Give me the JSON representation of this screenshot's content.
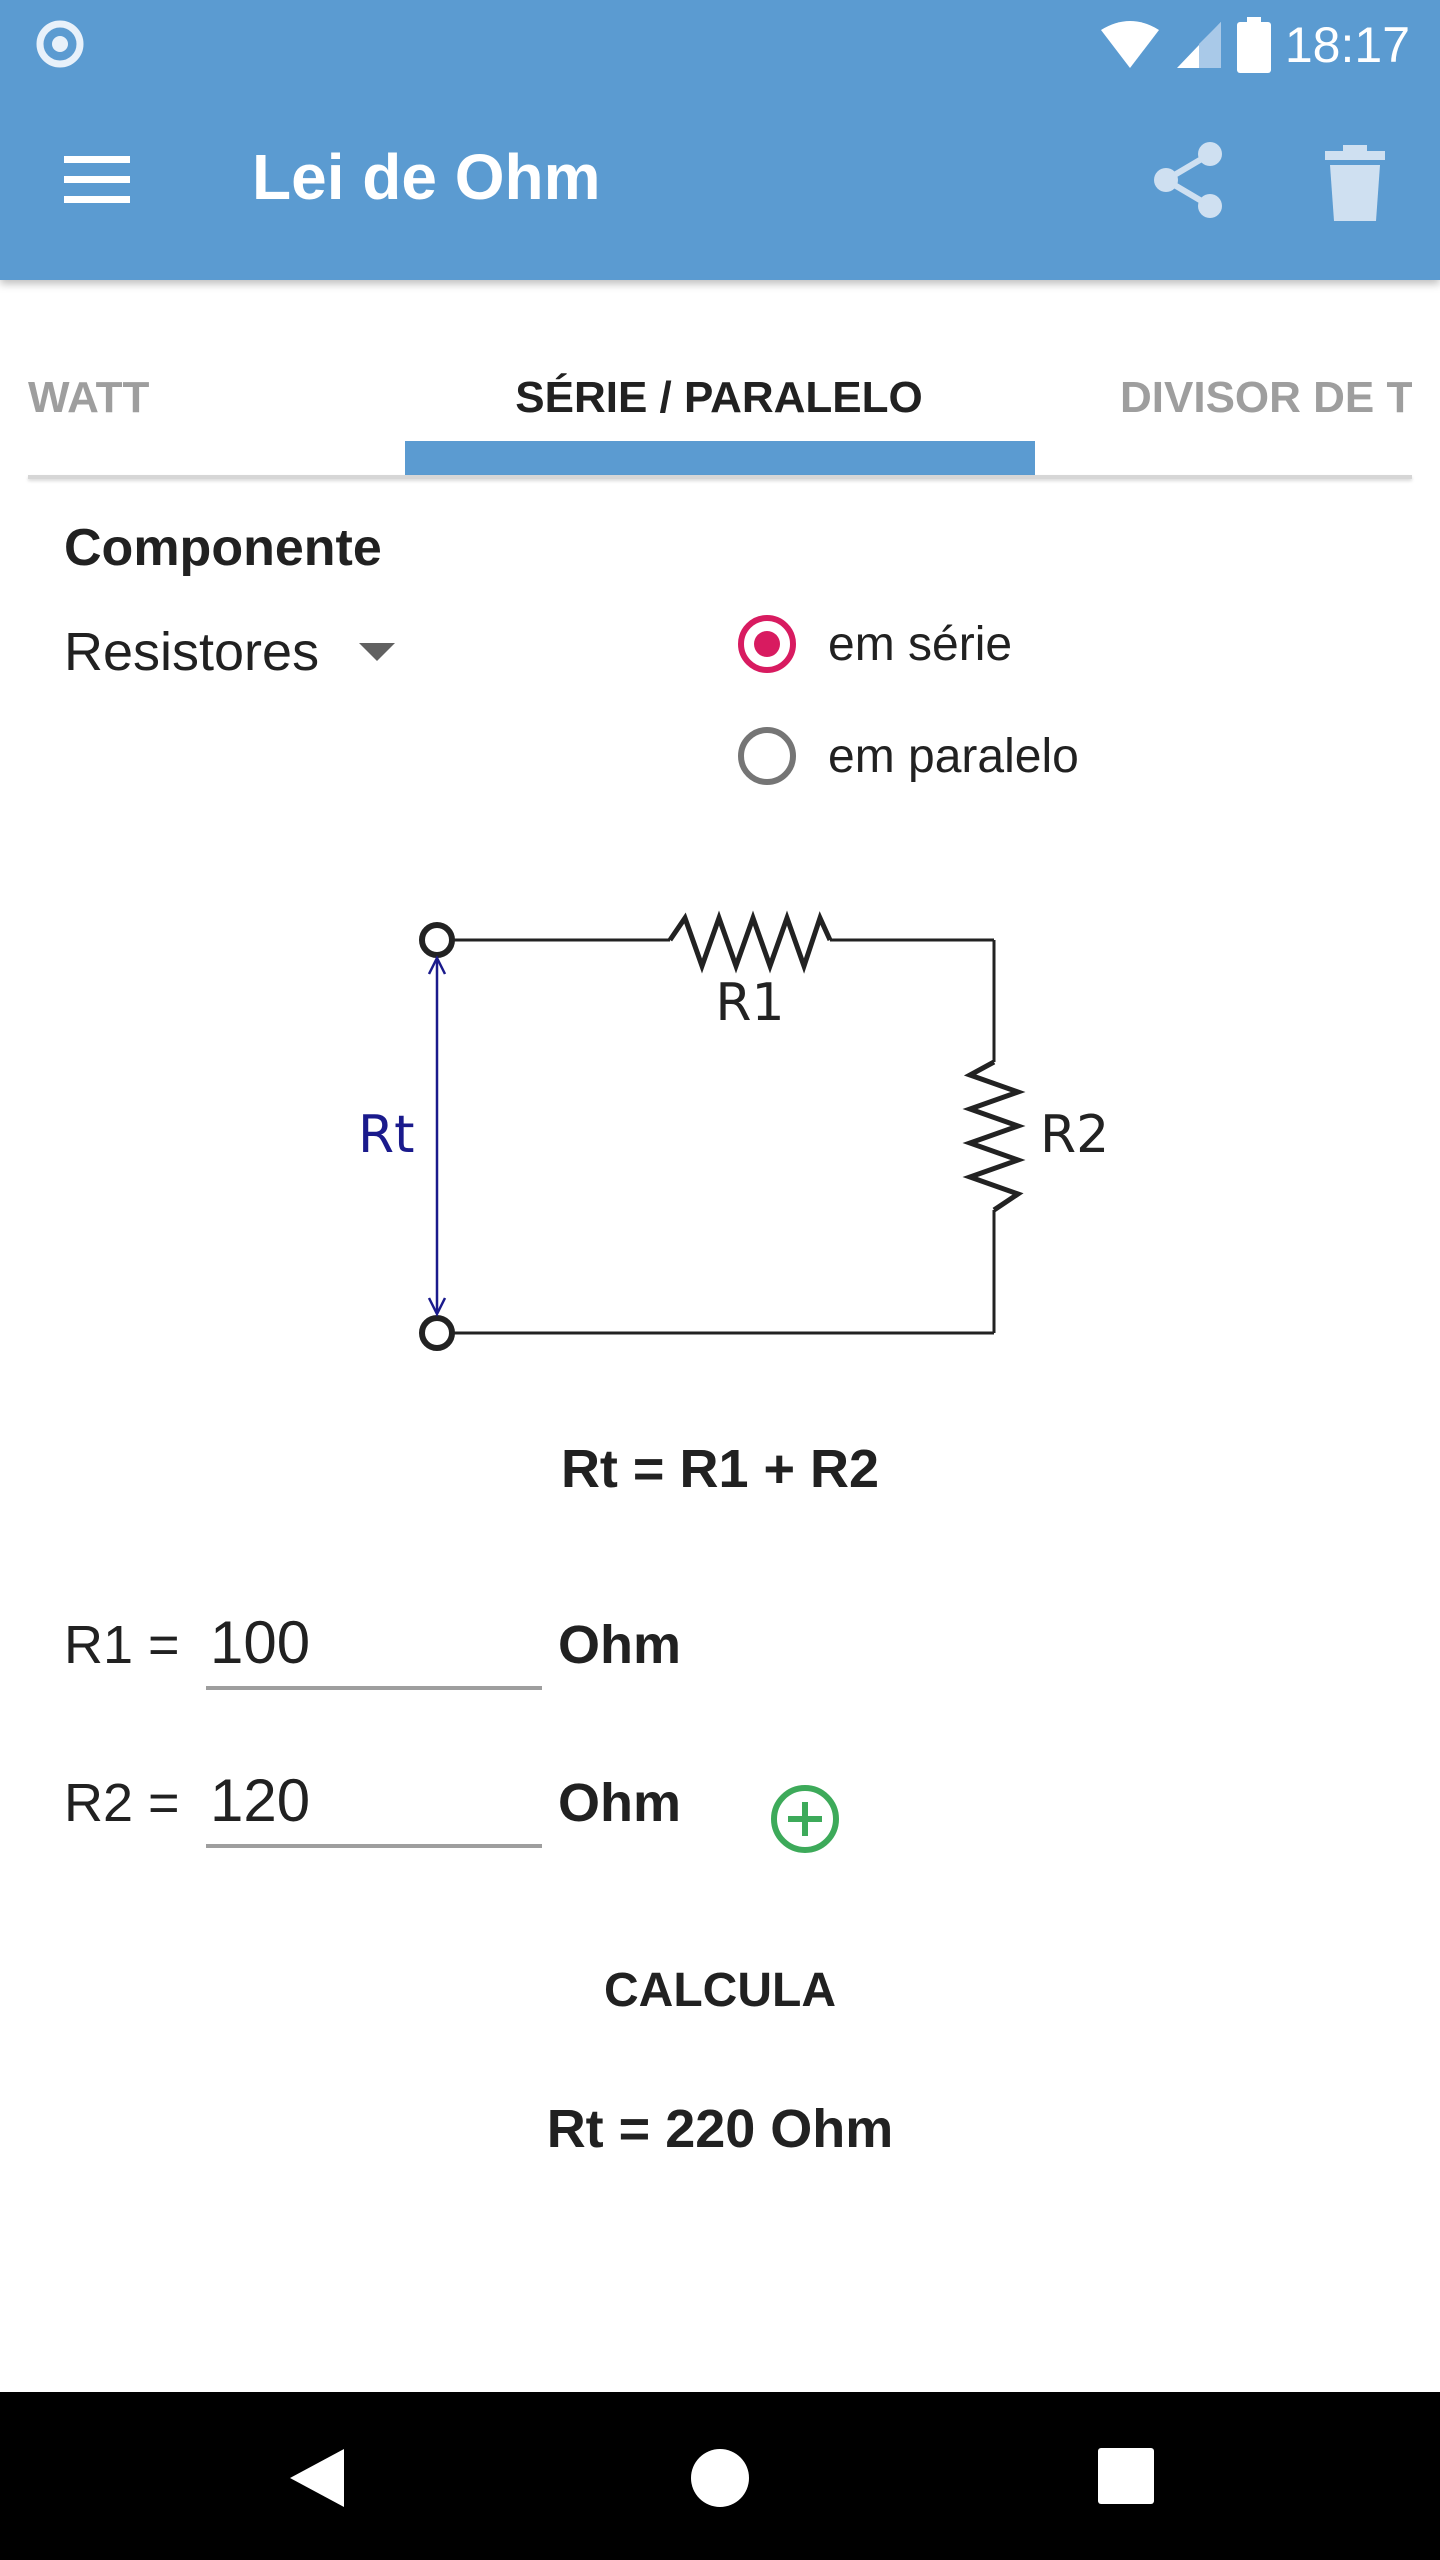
{
  "status_bar": {
    "time": "18:17"
  },
  "app_bar": {
    "title": "Lei de Ohm"
  },
  "tabs": [
    {
      "label": "WATT",
      "selected": false
    },
    {
      "label": "SÉRIE / PARALELO",
      "selected": true
    },
    {
      "label": "DIVISOR DE T",
      "selected": false
    }
  ],
  "component": {
    "heading": "Componente",
    "dropdown_value": "Resistores",
    "options": [
      {
        "label": "em série",
        "checked": true
      },
      {
        "label": "em paralelo",
        "checked": false
      }
    ]
  },
  "diagram": {
    "labels": {
      "r1": "R1",
      "r2": "R2",
      "rt": "Rt"
    }
  },
  "formula": "Rt = R1 + R2",
  "fields": [
    {
      "label": "R1 =",
      "value": "100",
      "unit": "Ohm"
    },
    {
      "label": "R2 =",
      "value": "120",
      "unit": "Ohm"
    }
  ],
  "actions": {
    "calculate_label": "CALCULA"
  },
  "result": "Rt = 220 Ohm",
  "colors": {
    "app_bar": "#5b9bd1",
    "radio_checked": "#d81b60",
    "add_icon": "#3daa5a",
    "diagram_arrow": "#1a1a8c"
  },
  "icons": {
    "menu": "menu-icon",
    "share": "share-icon",
    "delete": "delete-icon",
    "add": "add-circle-icon"
  }
}
